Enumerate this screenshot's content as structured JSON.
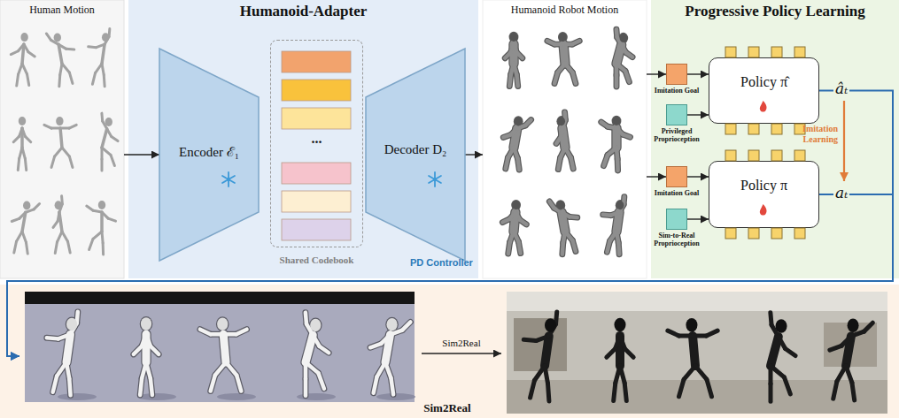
{
  "diagram": {
    "nodes": [
      {
        "text": [
          "Human Motion"
        ]
      },
      {
        "text": [
          "Humanoid-Adapter",
          "PD Controller"
        ]
      },
      {
        "text": [
          "Encoder ℰ₁"
        ],
        "in": 1
      },
      {
        "text": [
          "...",
          "Shared Codebook"
        ],
        "in": 1
      },
      {
        "text": [
          "Decoder D₂"
        ],
        "in": 1
      },
      {
        "text": [
          "Humanoid Robot Motion"
        ]
      },
      {
        "text": [
          "Progressive Policy Learning"
        ]
      },
      {
        "text": [
          "Imitation Goal"
        ],
        "in": 6
      },
      {
        "text": [
          "Privileged Proprioception"
        ],
        "in": 6
      },
      {
        "text": [
          "Policy π̂"
        ],
        "in": 6
      },
      {
        "text": [
          "Imitation Goal"
        ],
        "in": 6
      },
      {
        "text": [
          "Sim-to-Real Proprioception"
        ],
        "in": 6
      },
      {
        "text": [
          "Policy π"
        ],
        "in": 6
      },
      {
        "text": [
          "Sim2Real"
        ]
      }
    ],
    "edges": [
      {
        "from": 0,
        "to": 2,
        "arrow": "to"
      },
      {
        "from": 4,
        "to": 5,
        "arrow": "to"
      },
      {
        "from": 5,
        "to": 7,
        "arrow": "to"
      },
      {
        "from": 5,
        "to": 10,
        "arrow": "to"
      },
      {
        "from": 7,
        "to": 9,
        "arrow": "to"
      },
      {
        "from": 8,
        "to": 9,
        "arrow": "to"
      },
      {
        "from": 10,
        "to": 12,
        "arrow": "to"
      },
      {
        "from": 11,
        "to": 12,
        "arrow": "to"
      },
      {
        "from": 9,
        "to": 13,
        "arrow": "to"
      },
      {
        "from": 12,
        "to": 13,
        "arrow": "to"
      }
    ],
    "labels": [
      "âₜ",
      "Imitation Learning",
      "aₜ",
      "Sim2Real"
    ]
  }
}
